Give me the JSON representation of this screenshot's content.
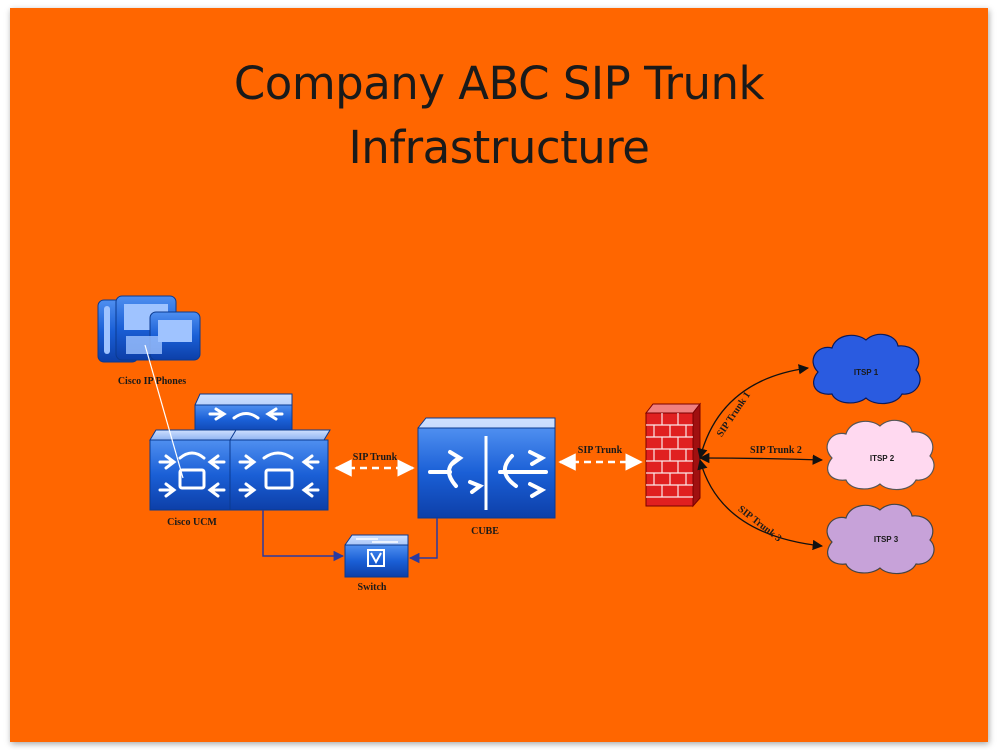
{
  "title": {
    "line1": "Company ABC SIP Trunk",
    "line2": "Infrastructure"
  },
  "nodes": {
    "phones": "Cisco IP Phones",
    "ucm": "Cisco UCM",
    "cube": "CUBE",
    "switch": "Switch",
    "itsp1": "ITSP 1",
    "itsp2": "ITSP 2",
    "itsp3": "ITSP 3"
  },
  "links": {
    "ucm_cube": "SIP Trunk",
    "cube_firewall": "SIP Trunk",
    "trunk1": "SIP Trunk 1",
    "trunk2": "SIP Trunk 2",
    "trunk3": "SIP Trunk 3"
  },
  "colors": {
    "background": "#ff6600",
    "device_blue": "#1a5fd6",
    "firewall_red": "#e02020",
    "itsp1_cloud": "#2a5be0",
    "itsp2_cloud": "#ffd9f0",
    "itsp3_cloud": "#c7a2d9"
  }
}
